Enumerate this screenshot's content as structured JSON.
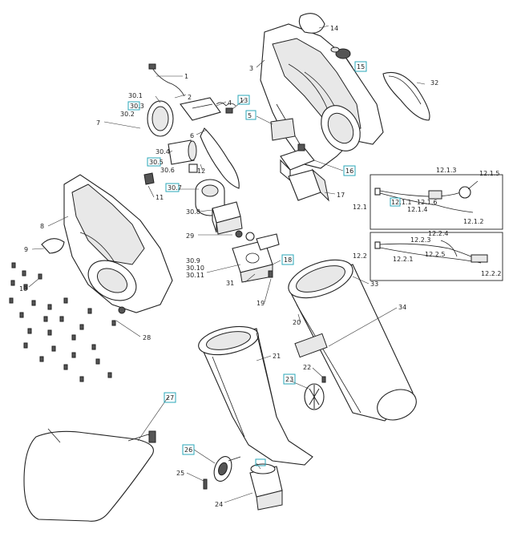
{
  "labels": {
    "l1": "1",
    "l2": "2",
    "l3": "3",
    "l4": "4",
    "l5": "5",
    "l6": "6",
    "l7": "7",
    "l8": "8",
    "l9": "9",
    "l10": "10",
    "l11": "11",
    "l12": "12",
    "l12_1": "12.1",
    "l12_1_1": "12.1.1",
    "l12_1_2": "12.1.2",
    "l12_1_3": "12.1.3",
    "l12_1_4": "12.1.4",
    "l12_1_5": "12.1.5",
    "l12_1_6": "12.1.6",
    "l12_2": "12.2",
    "l12_2_1": "12.2.1",
    "l12_2_2": "12.2.2",
    "l12_2_3": "12.2.3",
    "l12_2_4": "12.2.4",
    "l12_2_5": "12.2.5",
    "l13": "13",
    "l14": "14",
    "l15": "15",
    "l16": "16",
    "l17": "17",
    "l18": "18",
    "l19": "19",
    "l20": "20",
    "l21": "21",
    "l22": "22",
    "l23": "23",
    "l24": "24",
    "l25": "25",
    "l26": "26",
    "l27": "27",
    "l28": "28",
    "l29": "29",
    "l30_1": "30.1",
    "l30_2": "30.2",
    "l30_3": "30.3",
    "l30_4": "30.4",
    "l30_5": "30.5",
    "l30_6": "30.6",
    "l30_7": "30.7",
    "l30_8": "30.8",
    "l30_9": "30.9",
    "l30_10": "30.10",
    "l30_11": "30.11",
    "l31": "31",
    "l32": "32",
    "l33": "33",
    "l34": "34"
  },
  "colors": {
    "highlight": "#2aa7b8",
    "line": "#222222"
  }
}
